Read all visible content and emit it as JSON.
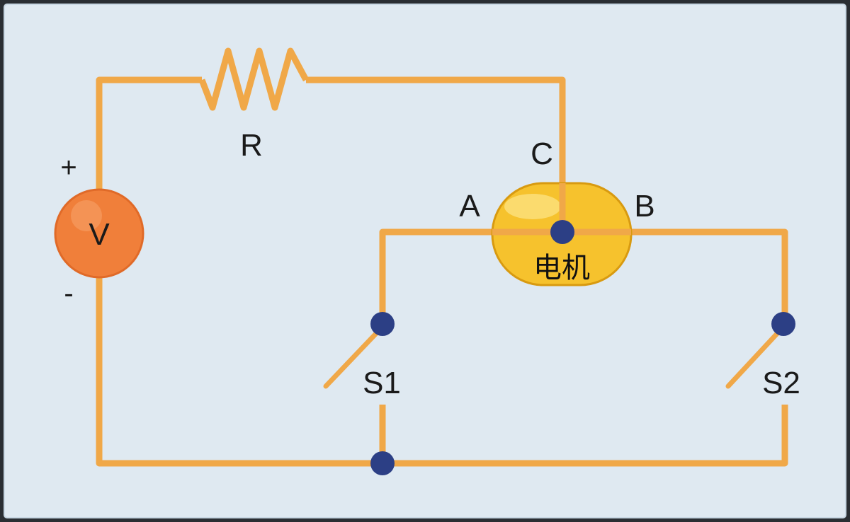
{
  "colors": {
    "frame": "#2a2e33",
    "panel": "#dfe9f1",
    "panel_border": "#c9d8e4",
    "wire": "#f0a848",
    "node": "#2c3f85",
    "source_fill": "#f07f3a",
    "motor_fill": "#f6c22d",
    "motor_stroke": "#d89a10"
  },
  "labels": {
    "resistor": "R",
    "source": "V",
    "plus": "+",
    "minus": "-",
    "terminal_a": "A",
    "terminal_b": "B",
    "terminal_c": "C",
    "motor": "电机",
    "switch_1": "S1",
    "switch_2": "S2"
  },
  "icons": {
    "source": "voltage-source-icon",
    "resistor": "resistor-zigzag-icon",
    "motor": "motor-icon",
    "switch": "switch-open-icon"
  }
}
